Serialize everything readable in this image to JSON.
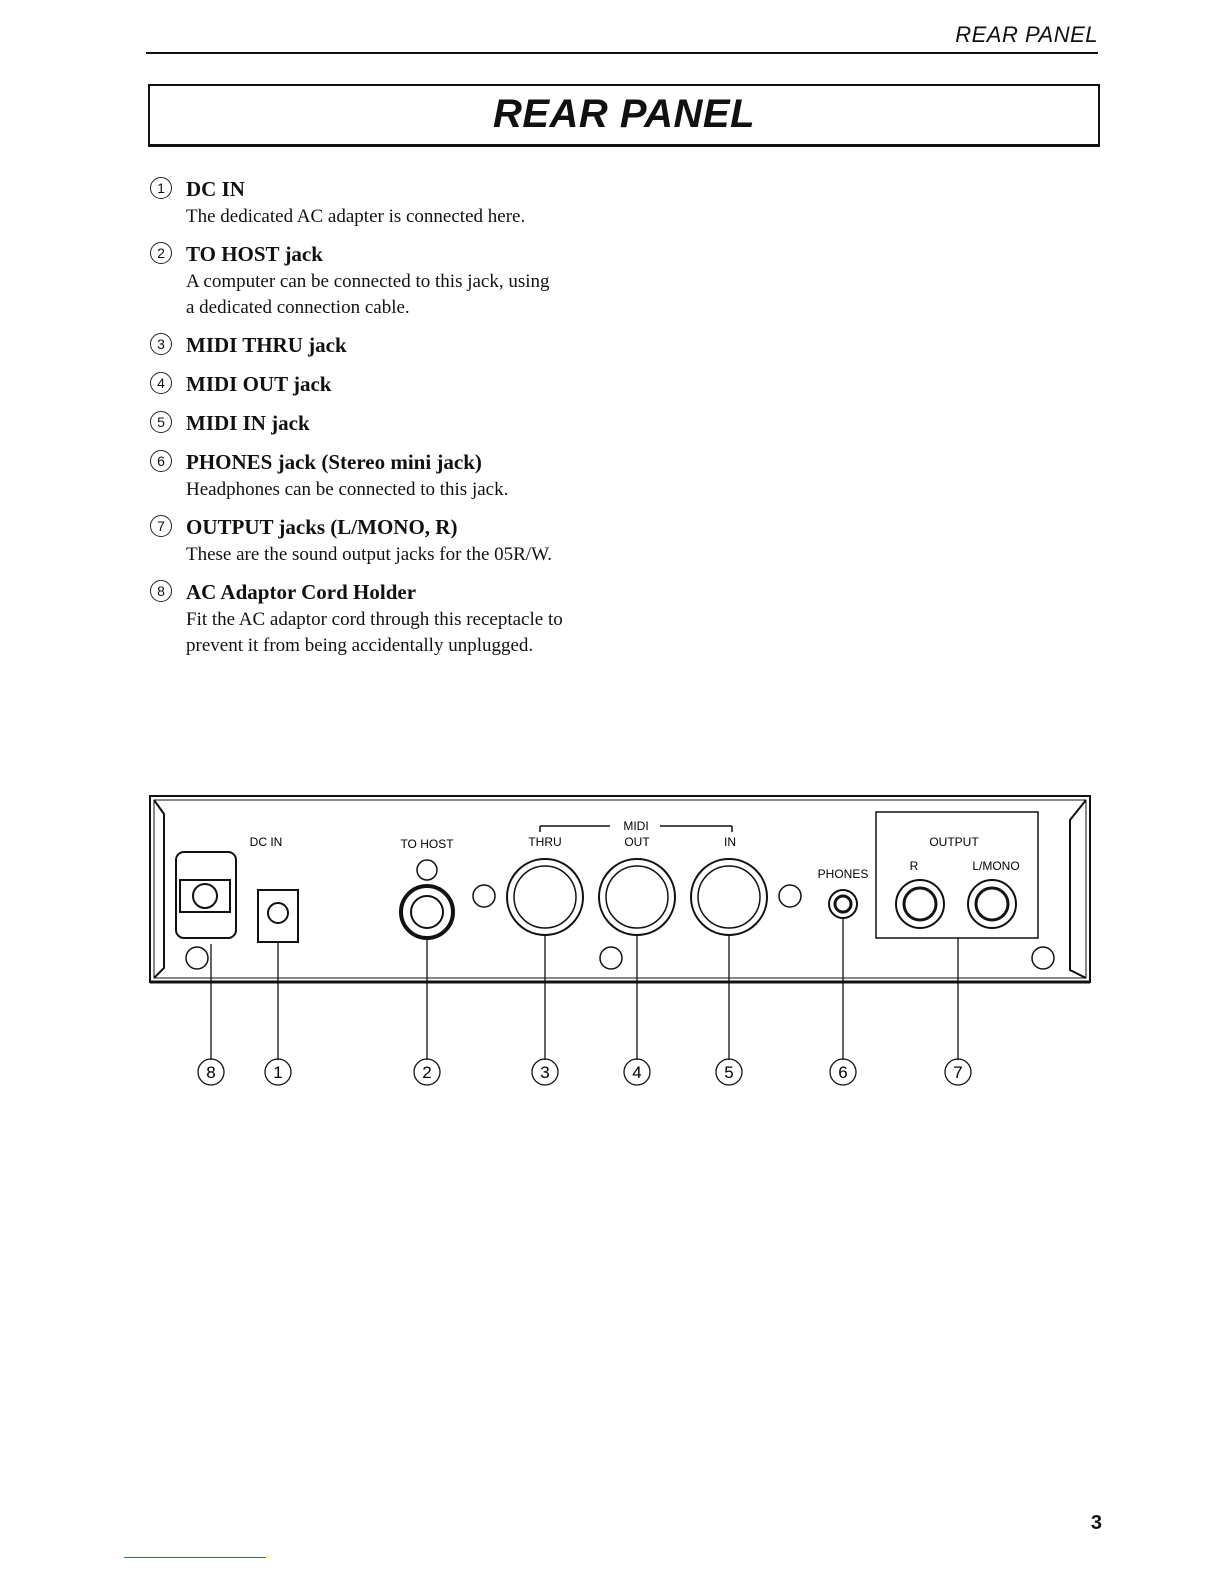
{
  "running_head": "REAR PANEL",
  "title": "REAR PANEL",
  "items": [
    {
      "n": "1",
      "heading": "DC IN",
      "desc": [
        "The dedicated AC adapter is connected here."
      ]
    },
    {
      "n": "2",
      "heading": "TO HOST jack",
      "desc": [
        "A computer can be connected to this jack,  using",
        "a dedicated connection cable."
      ]
    },
    {
      "n": "3",
      "heading": "MIDI THRU jack",
      "desc": []
    },
    {
      "n": "4",
      "heading": "MIDI OUT jack",
      "desc": []
    },
    {
      "n": "5",
      "heading": "MIDI IN jack",
      "desc": []
    },
    {
      "n": "6",
      "heading": "PHONES jack (Stereo mini jack)",
      "desc": [
        "Headphones can be connected to this jack."
      ]
    },
    {
      "n": "7",
      "heading": "OUTPUT jacks (L/MONO, R)",
      "desc": [
        "These are the sound output jacks for the 05R/W."
      ]
    },
    {
      "n": "8",
      "heading": "AC Adaptor Cord Holder",
      "desc": [
        "Fit the AC adaptor cord through this receptacle to",
        "prevent it from being accidentally unplugged."
      ]
    }
  ],
  "panel_labels": {
    "dc_in": "DC IN",
    "to_host": "TO HOST",
    "midi": "MIDI",
    "thru": "THRU",
    "out": "OUT",
    "in": "IN",
    "phones": "PHONES",
    "output": "OUTPUT",
    "r": "R",
    "lmono": "L/MONO"
  },
  "callouts": [
    "8",
    "1",
    "2",
    "3",
    "4",
    "5",
    "6",
    "7"
  ],
  "page_number": "3"
}
